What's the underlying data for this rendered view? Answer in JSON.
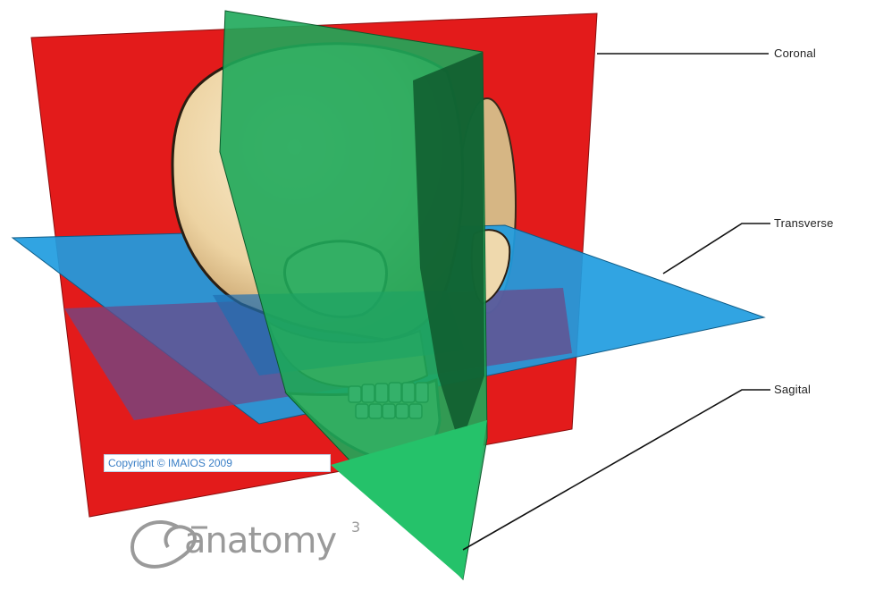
{
  "labels": {
    "coronal": "Coronal",
    "transverse": "Transverse",
    "sagittal": "Sagital"
  },
  "copyright": "Copyright © IMAIOS 2009",
  "logo": {
    "text": "anatomy",
    "superscript": "3"
  },
  "colors": {
    "coronal_plane": "#e31b1b",
    "transverse_plane": "#1f9ce0",
    "sagittal_plane": "#1ea85a",
    "skull": "#f1dcb0"
  }
}
